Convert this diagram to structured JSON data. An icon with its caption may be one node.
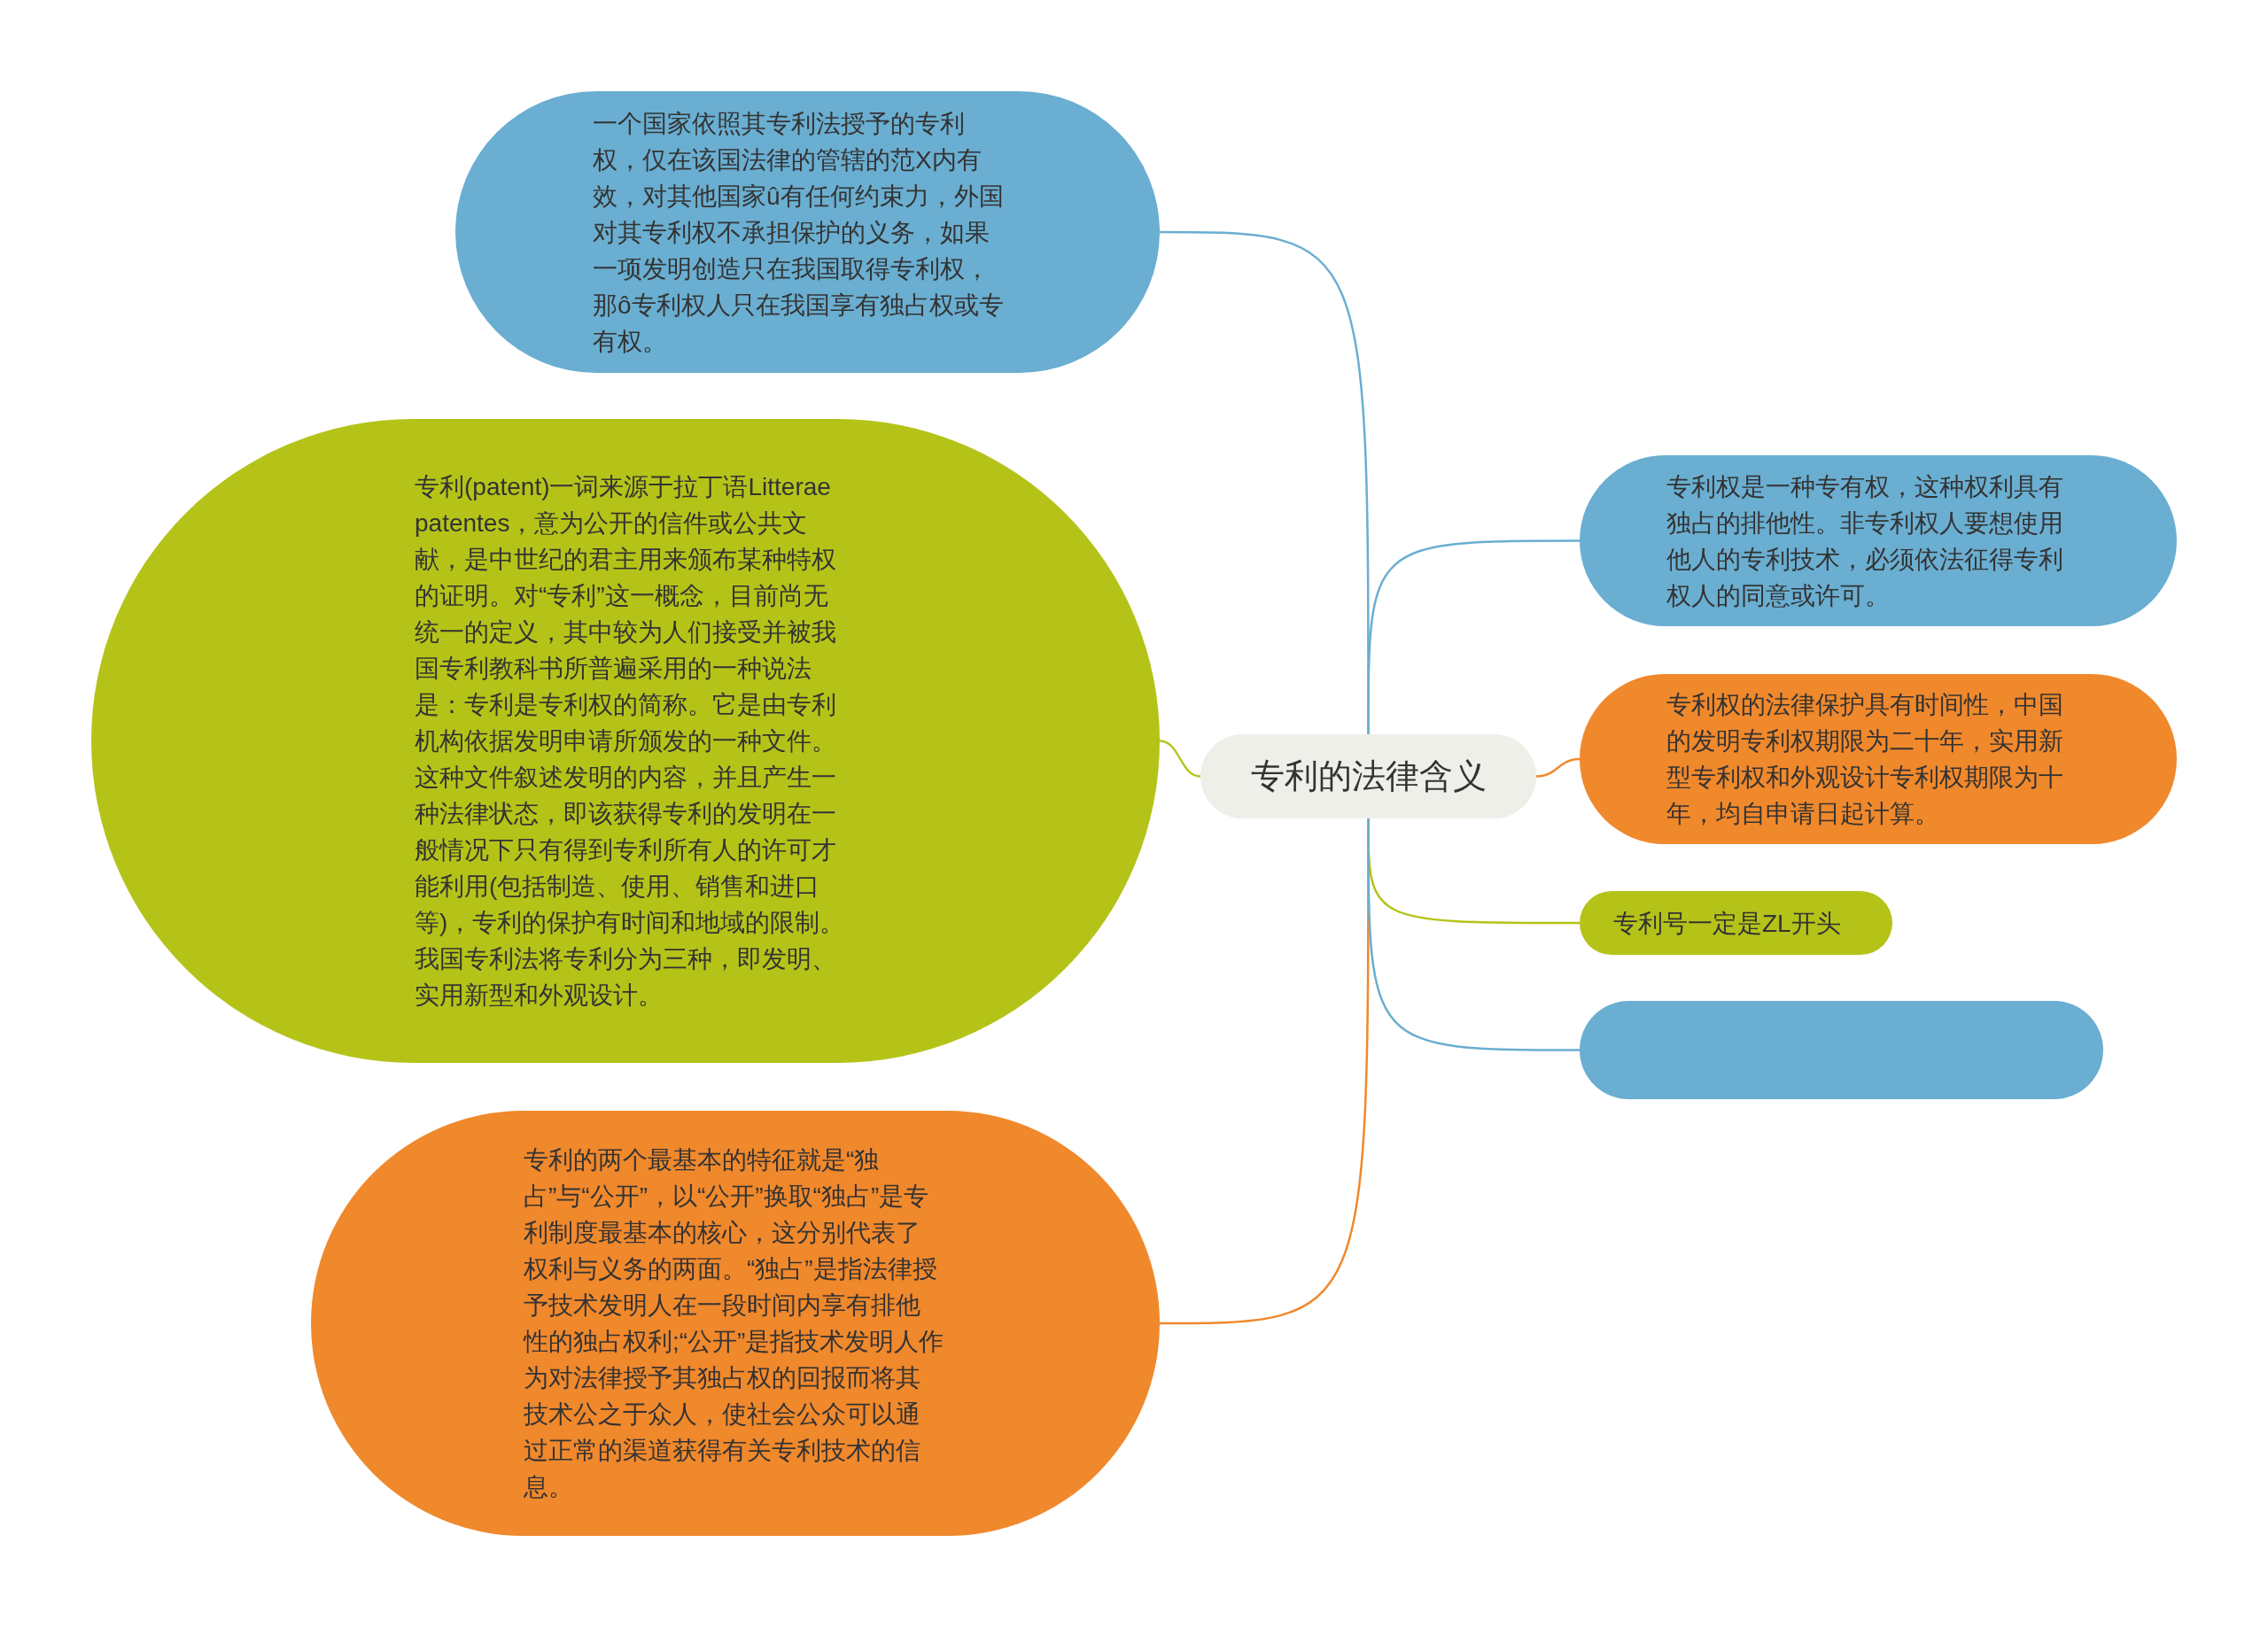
{
  "diagram": {
    "nodes": [
      {
        "text": [
          "专利的法律含义"
        ]
      },
      {
        "text": [
          "一个国家依照其专利法授予的专利权，仅在该国法律的管辖的范X内有效，对其他国家û有任何约束力，外国对其专利权不承担保护的义务，如果一项发明创造只在我国取得专利权，那ô专利权人只在我国享有独占权或专有权。"
        ]
      },
      {
        "text": [
          "专利(patent)一词来源于拉丁语Litterae patentes，意为公开的信件或公共文献，是中世纪的君主用来颁布某种特权的证明。对“专利”这一概念，目前尚无统一的定义，其中较为人们接受并被我国专利教科书所普遍采用的一种说法是：专利是专利权的简称。它是由专利机构依据发明申请所颁发的一种文件。这种文件叙述发明的内容，并且产生一种法律状态，即该获得专利的发明在一般情况下只有得到专利所有人的许可才能利用(包括制造、使用、销售和进口等)，专利的保护有时间和地域的限制。我国专利法将专利分为三种，即发明、实用新型和外观设计。"
        ]
      },
      {
        "text": [
          "专利的两个最基本的特征就是“独占”与“公开”，以“公开”换取“独占”是专利制度最基本的核心，这分别代表了权利与义务的两面。“独占”是指法律授予技术发明人在一段时间内享有排他性的独占权利;“公开”是指技术发明人作为对法律授予其独占权的回报而将其技术公之于众人，使社会公众可以通过正常的渠道获得有关专利技术的信息。"
        ]
      },
      {
        "text": [
          "专利权是一种专有权，这种权利具有独占的排他性。非专利权人要想使用他人的专利技术，必须依法征得专利权人的同意或许可。"
        ]
      },
      {
        "text": [
          "专利权的法律保护具有时间性，中国的发明专利权期限为二十年，实用新型专利权和外观设计专利权期限为十年，均自申请日起计算。"
        ]
      },
      {
        "text": [
          "专利号一定是ZL开头"
        ]
      },
      {
        "text": [],
        "shape": "box"
      }
    ],
    "edges": [
      {
        "from": 0,
        "to": 1,
        "arrow": "none"
      },
      {
        "from": 0,
        "to": 2,
        "arrow": "none",
        "color": "#b5c318"
      },
      {
        "from": 0,
        "to": 3,
        "arrow": "none",
        "color": "#f0882c"
      },
      {
        "from": 0,
        "to": 4,
        "arrow": "none"
      },
      {
        "from": 0,
        "to": 5,
        "arrow": "none",
        "color": "#f0882c"
      },
      {
        "from": 0,
        "to": 6,
        "arrow": "none",
        "color": "#b5c318"
      },
      {
        "from": 0,
        "to": 7,
        "arrow": "none"
      }
    ]
  }
}
